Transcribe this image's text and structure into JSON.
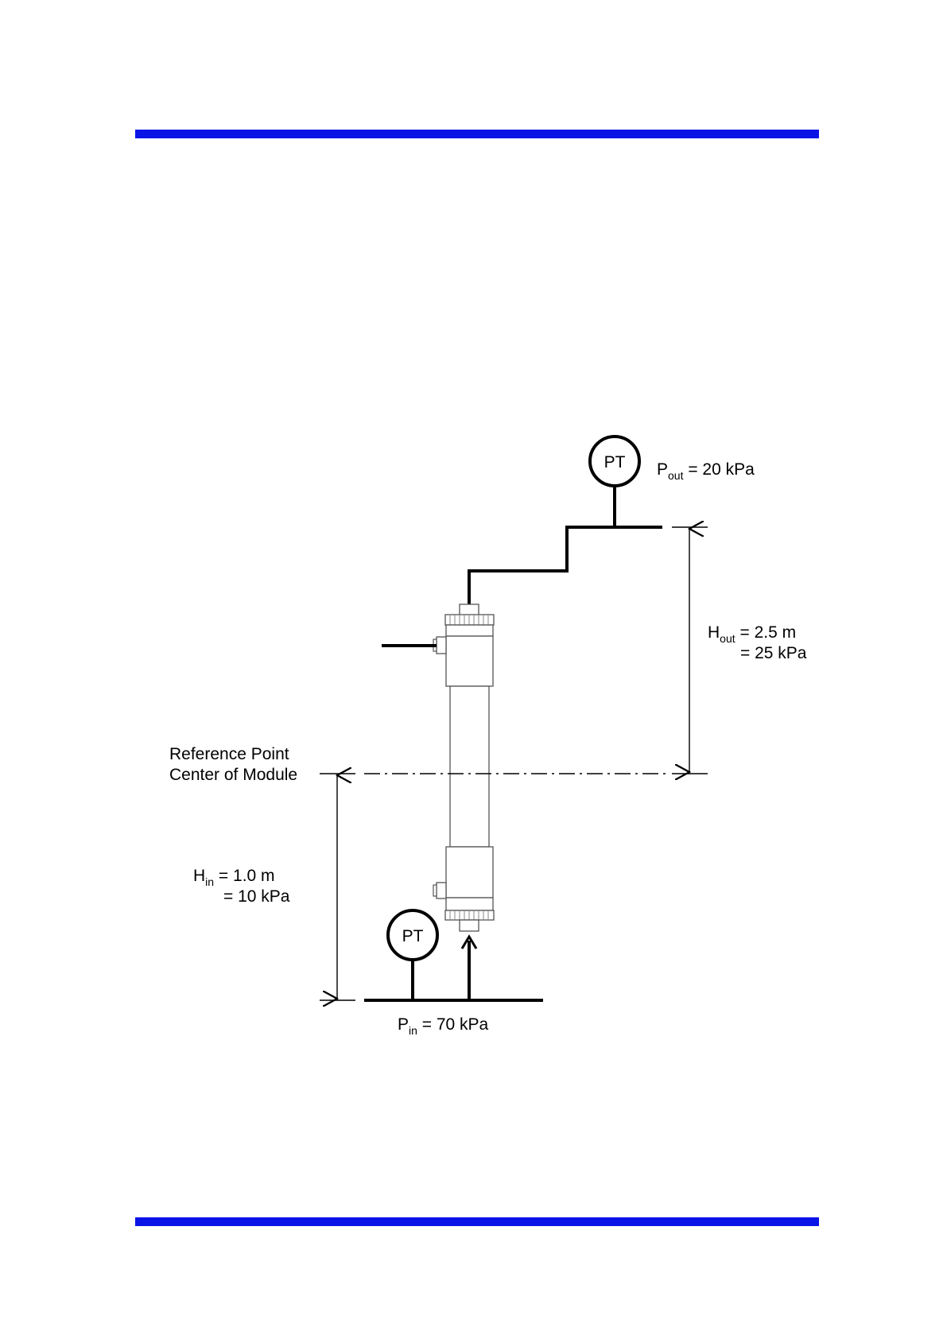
{
  "colors": {
    "rule": "#0a14e6",
    "ink": "#000000",
    "module_body": "#ffffff",
    "module_edge": "#555555"
  },
  "transmitter_top": {
    "label": "PT"
  },
  "transmitter_bottom": {
    "label": "PT"
  },
  "p_out": {
    "symbol": "P",
    "sub": "out",
    "value": " = 20 kPa"
  },
  "h_out": {
    "symbol": "H",
    "sub": "out",
    "value": " = 2.5 m",
    "line2": "= 25 kPa"
  },
  "reference": {
    "line1": "Reference Point",
    "line2": "Center of Module"
  },
  "h_in": {
    "symbol": "H",
    "sub": "in",
    "value": " = 1.0 m",
    "line2": "= 10 kPa"
  },
  "p_in": {
    "symbol": "P",
    "sub": "in",
    "value": " = 70 kPa"
  }
}
